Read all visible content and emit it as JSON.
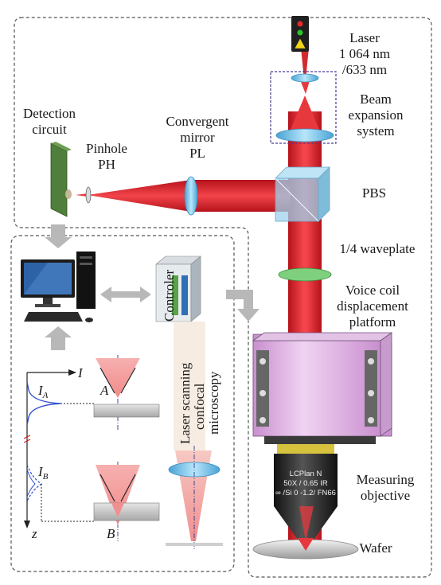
{
  "labels": {
    "laser": [
      "Laser",
      "1 064 nm",
      "/633 nm"
    ],
    "beam_expansion": [
      "Beam",
      "expansion",
      "system"
    ],
    "pbs": "PBS",
    "waveplate": "1/4 waveplate",
    "voice_coil": [
      "Voice coil",
      "displacement",
      "platform"
    ],
    "measuring_objective": [
      "Measuring",
      "objective"
    ],
    "wafer": "Wafer",
    "detection_circuit": [
      "Detection",
      "circuit"
    ],
    "pinhole": [
      "Pinhole",
      "PH"
    ],
    "convergent_mirror": [
      "Convergent",
      "mirror",
      "PL"
    ],
    "controler": "Controler",
    "lscm": [
      "Laser scanning",
      "confocal",
      "microscopy"
    ],
    "objective_text": [
      "LCPlan N",
      "50X / 0.65 IR",
      "∞ /Si 0 -1.2/ FN66"
    ]
  },
  "graph": {
    "axis_I": "I",
    "axis_z": "z",
    "IA_main": "I",
    "IA_sub": "A",
    "IB_main": "I",
    "IB_sub": "B",
    "point_A": "A",
    "point_B": "B"
  },
  "colors": {
    "beam": "#e8222a",
    "beam_light": "#f5a0a0",
    "lens": "#7fc6e8",
    "mount": "#e7b8e8",
    "green_filter": "#7ed07e",
    "detector": "#4f7f3a"
  }
}
